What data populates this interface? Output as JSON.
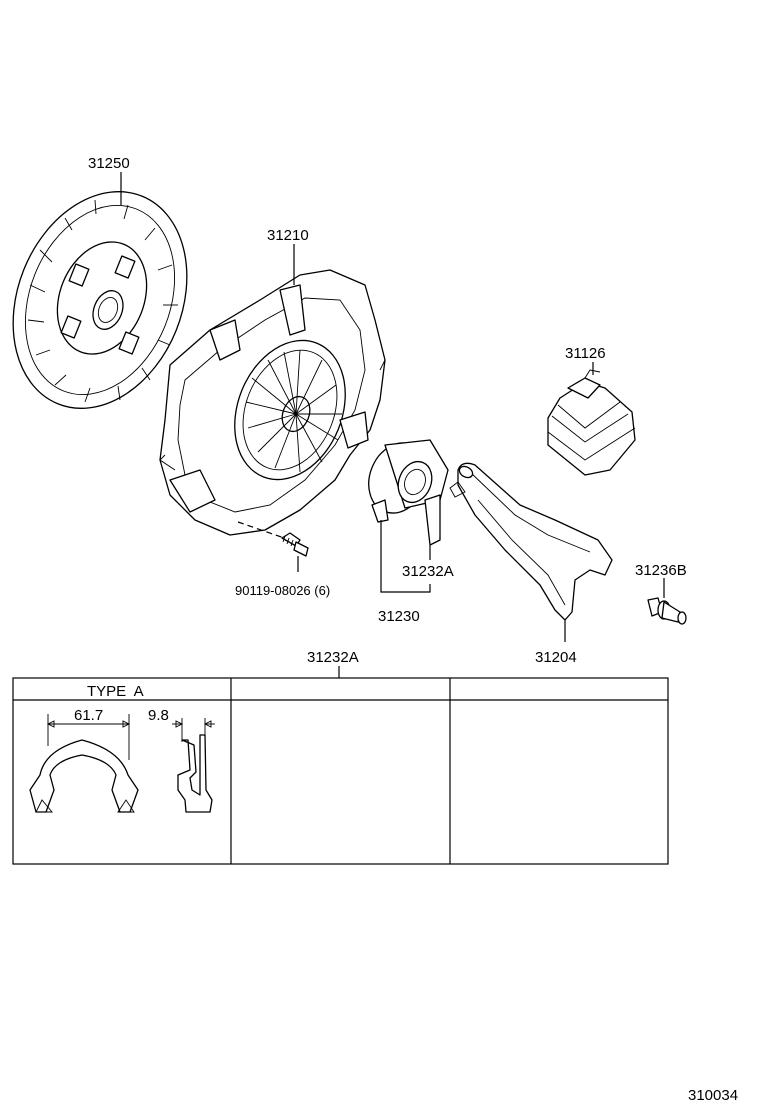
{
  "parts": {
    "clutch_disc": "31250",
    "clutch_cover": "31210",
    "boot": "31126",
    "release_bearing_clip": "31232A",
    "release_bearing_hub": "31230",
    "bolt": "90119-08026 (6)",
    "release_fork_pin": "31236B",
    "release_fork": "31204"
  },
  "variant_table": {
    "part_no": "31232A",
    "columns": [
      "TYPE  A",
      "",
      ""
    ],
    "type_a_dimensions": [
      "61.7",
      "9.8"
    ]
  },
  "figure_code": "310034"
}
